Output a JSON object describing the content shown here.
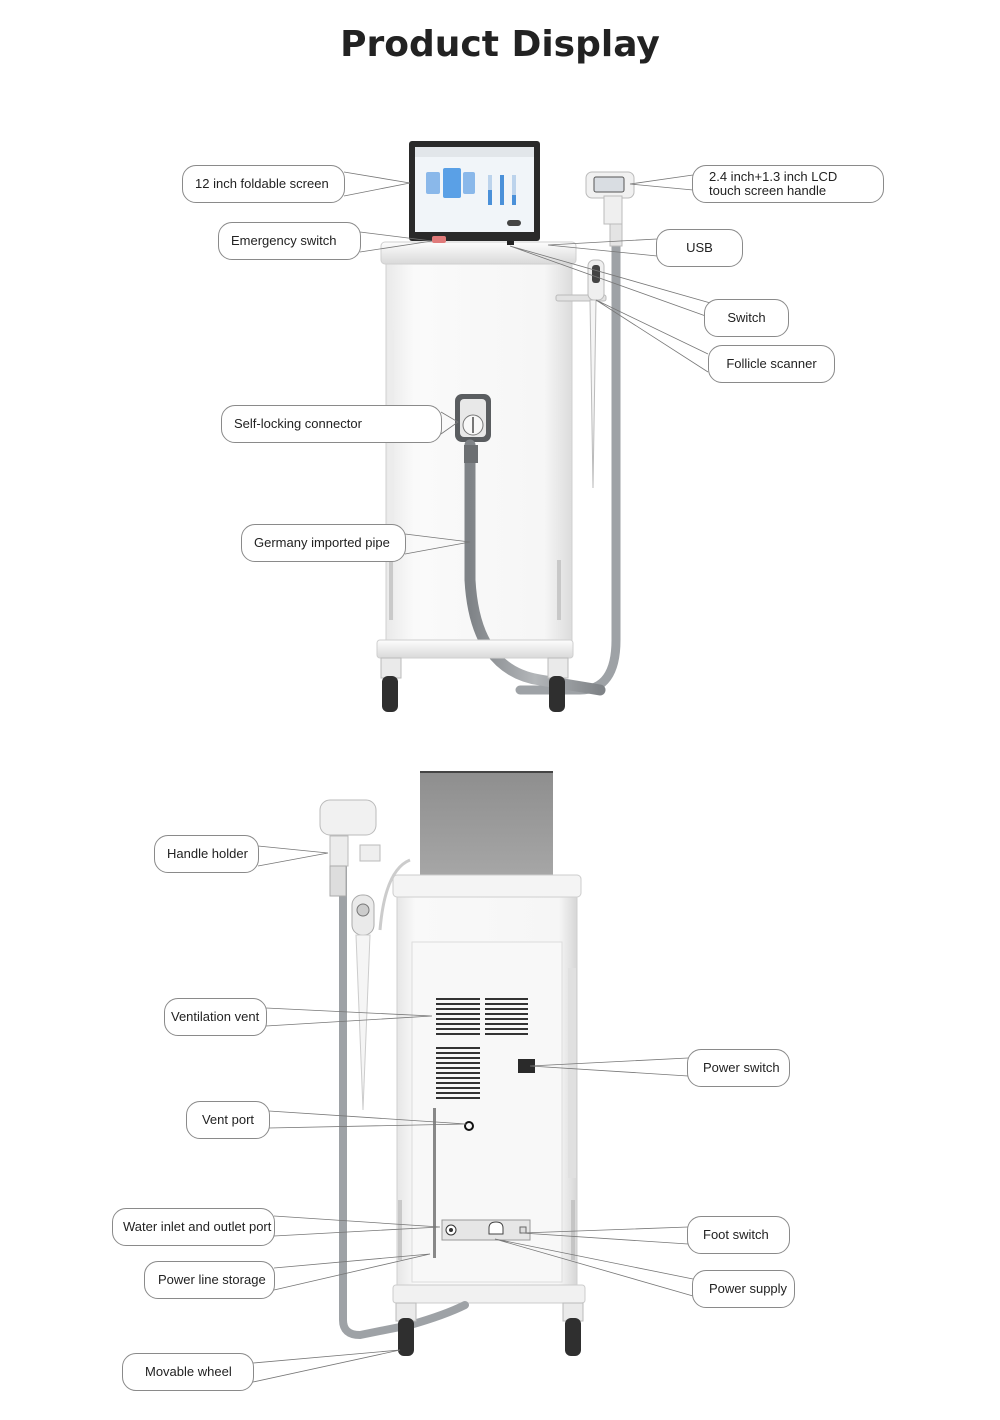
{
  "page": {
    "title": "Product Display"
  },
  "front_view": {
    "callouts": [
      {
        "id": "screen",
        "label": "12 inch foldable screen"
      },
      {
        "id": "emergency",
        "label": "Emergency switch"
      },
      {
        "id": "handle_lcd",
        "label": "2.4 inch+1.3 inch LCD touch screen handle"
      },
      {
        "id": "usb",
        "label": "USB"
      },
      {
        "id": "switch",
        "label": "Switch"
      },
      {
        "id": "follicle",
        "label": "Follicle scanner"
      },
      {
        "id": "connector",
        "label": "Self-locking connector"
      },
      {
        "id": "pipe",
        "label": "Germany imported pipe"
      }
    ]
  },
  "back_view": {
    "callouts": [
      {
        "id": "handle_holder",
        "label": "Handle holder"
      },
      {
        "id": "ventilation",
        "label": "Ventilation vent"
      },
      {
        "id": "power_switch",
        "label": "Power switch"
      },
      {
        "id": "vent_port",
        "label": "Vent port"
      },
      {
        "id": "water_port",
        "label": "Water inlet and outlet port"
      },
      {
        "id": "foot_switch",
        "label": "Foot switch"
      },
      {
        "id": "power_line",
        "label": "Power line storage"
      },
      {
        "id": "power_supply",
        "label": "Power supply"
      },
      {
        "id": "wheel",
        "label": "Movable wheel"
      }
    ]
  },
  "colors": {
    "emergency_button": "#e07a7a",
    "screen_accent": "#4a90d9",
    "pipe": "#8d9196"
  }
}
